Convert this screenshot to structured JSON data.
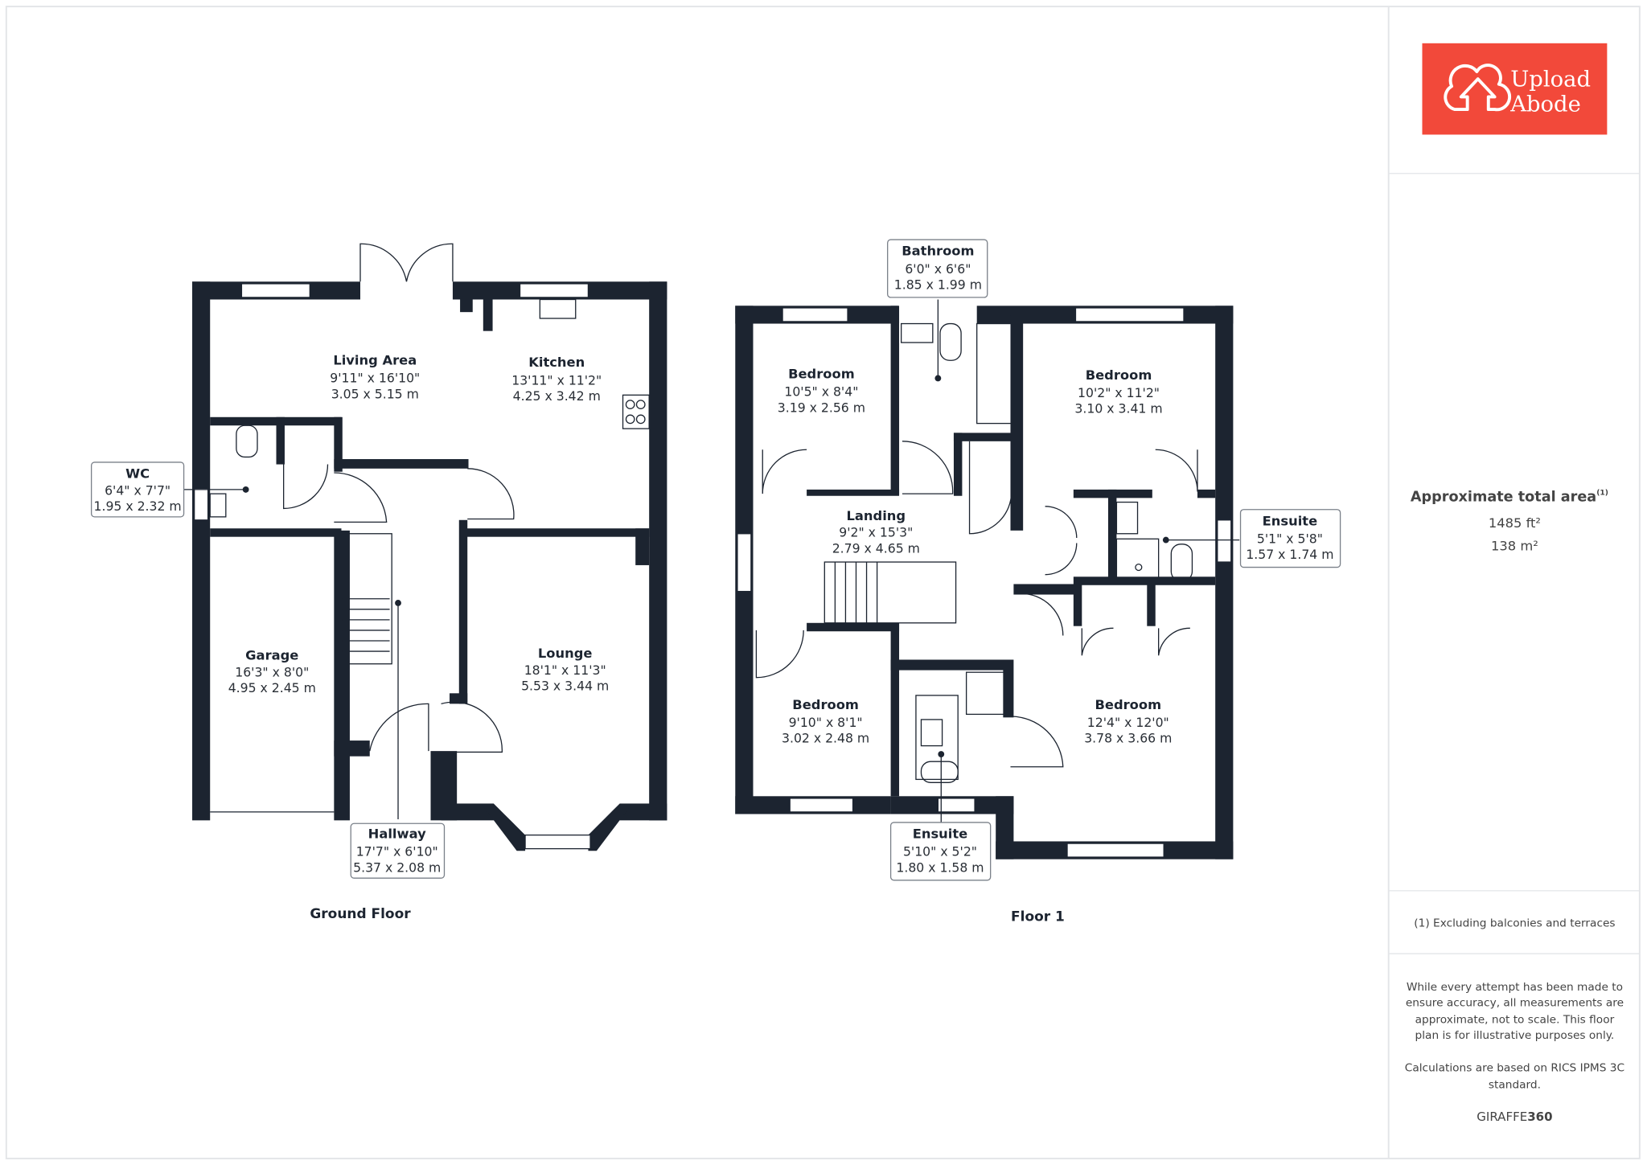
{
  "brand": {
    "logo_text_1": "Upload",
    "logo_text_2": "Abode",
    "color": "#f2493a",
    "wall_color": "#1c2430"
  },
  "floors": [
    {
      "label": "Ground Floor",
      "rooms": [
        {
          "name": "Living Area",
          "imperial": "9'11\" x 16'10\"",
          "metric": "3.05 x 5.15 m"
        },
        {
          "name": "Kitchen",
          "imperial": "13'11\" x 11'2\"",
          "metric": "4.25 x 3.42 m"
        },
        {
          "name": "WC",
          "imperial": "6'4\" x 7'7\"",
          "metric": "1.95 x 2.32 m"
        },
        {
          "name": "Garage",
          "imperial": "16'3\" x 8'0\"",
          "metric": "4.95 x 2.45 m"
        },
        {
          "name": "Lounge",
          "imperial": "18'1\" x 11'3\"",
          "metric": "5.53 x 3.44 m"
        },
        {
          "name": "Hallway",
          "imperial": "17'7\" x 6'10\"",
          "metric": "5.37 x 2.08 m"
        }
      ]
    },
    {
      "label": "Floor 1",
      "rooms": [
        {
          "name": "Bathroom",
          "imperial": "6'0\" x 6'6\"",
          "metric": "1.85 x 1.99 m"
        },
        {
          "name": "Bedroom",
          "imperial": "10'5\" x 8'4\"",
          "metric": "3.19 x 2.56 m"
        },
        {
          "name": "Bedroom",
          "imperial": "10'2\" x 11'2\"",
          "metric": "3.10 x 3.41 m"
        },
        {
          "name": "Landing",
          "imperial": "9'2\" x 15'3\"",
          "metric": "2.79 x 4.65 m"
        },
        {
          "name": "Ensuite",
          "imperial": "5'1\" x 5'8\"",
          "metric": "1.57 x 1.74 m"
        },
        {
          "name": "Bedroom",
          "imperial": "9'10\" x 8'1\"",
          "metric": "3.02 x 2.48 m"
        },
        {
          "name": "Bedroom",
          "imperial": "12'4\" x 12'0\"",
          "metric": "3.78 x 3.66 m"
        },
        {
          "name": "Ensuite",
          "imperial": "5'10\" x 5'2\"",
          "metric": "1.80 x 1.58 m"
        }
      ]
    }
  ],
  "sidebar": {
    "area_title": "Approximate total area",
    "area_note_mark": "(1)",
    "area_ft": "1485 ft²",
    "area_m": "138 m²",
    "footnote": "(1) Excluding balconies and terraces",
    "disclaimer_1": "While every attempt has been made to",
    "disclaimer_2": "ensure accuracy, all measurements are",
    "disclaimer_3": "approximate, not to scale. This floor",
    "disclaimer_4": "plan is for illustrative purposes only.",
    "calc_1": "Calculations are based on RICS IPMS 3C",
    "calc_2": "standard.",
    "credit_a": "GIRAFFE",
    "credit_b": "360"
  }
}
